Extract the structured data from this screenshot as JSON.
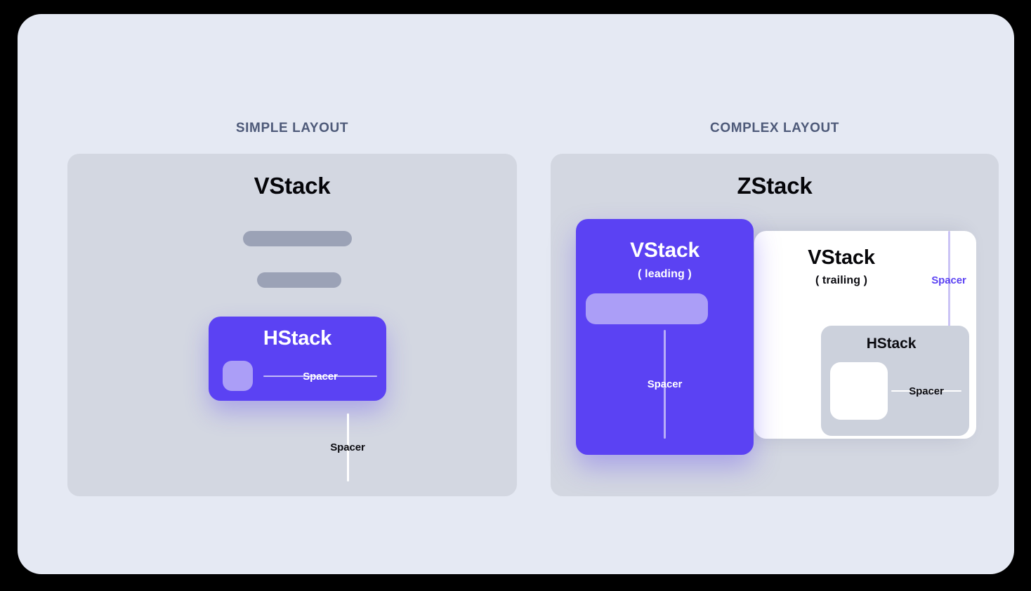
{
  "columns": {
    "simple": {
      "title": "SIMPLE LAYOUT"
    },
    "complex": {
      "title": "COMPLEX LAYOUT"
    }
  },
  "left_stage": {
    "heading": "VStack",
    "hstack_card": {
      "heading": "HStack",
      "spacer_label": "Spacer"
    },
    "spacer_label": "Spacer"
  },
  "right_stage": {
    "heading": "ZStack",
    "leading_card": {
      "heading": "VStack",
      "subtitle": "( leading )",
      "spacer_label": "Spacer"
    },
    "trailing_card": {
      "heading": "VStack",
      "subtitle": "( trailing )",
      "spacer_label": "Spacer",
      "hstack_card": {
        "heading": "HStack",
        "spacer_label": "Spacer"
      }
    }
  },
  "colors": {
    "background": "#000000",
    "panel": "#e5e9f3",
    "stage": "#d3d7e1",
    "accent_purple": "#5b42f3",
    "light_purple": "#ab9ef7",
    "heading_gray": "#4e5a79",
    "placeholder_gray": "#9ba2b6",
    "card_white": "#ffffff",
    "inner_gray": "#ccd1dc"
  }
}
